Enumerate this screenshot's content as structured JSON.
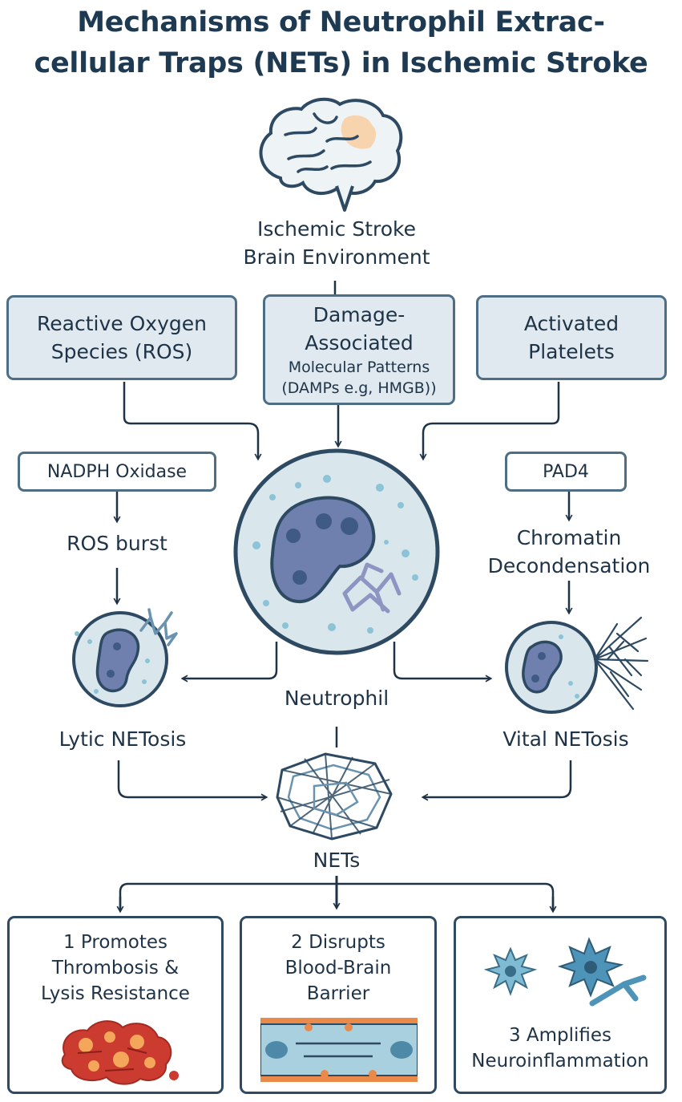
{
  "title": {
    "line1": "Mechanisms of Neutrophil Extrac-",
    "line2": "cellular Traps (NETs) in Ischemic Stroke"
  },
  "brain": {
    "label_line1": "Ischemic Stroke",
    "label_line2": "Brain Environment"
  },
  "triggers": {
    "ros": {
      "line1": "Reactive Oxygen",
      "line2": "Species (ROS)"
    },
    "damps": {
      "line1": "Damage-",
      "line2": "Associated",
      "line3": "Molecular Patterns",
      "line4": "(DAMPs e.g, HMGB))"
    },
    "platelets": {
      "line1": "Activated",
      "line2": "Platelets"
    }
  },
  "left_pathway": {
    "enzyme": "NADPH Oxidase",
    "step": "ROS burst",
    "result": "Lytic NETosis"
  },
  "right_pathway": {
    "enzyme": "PAD4",
    "step_line1": "Chromatin",
    "step_line2": "Decondensation",
    "result": "Vital NETosis"
  },
  "center": {
    "cell_label": "Neutrophil",
    "nets_label": "NETs"
  },
  "outcomes": [
    {
      "line1": "1 Promotes",
      "line2": "Thrombosis &",
      "line3": "Lysis Resistance"
    },
    {
      "line1": "2 Disrupts",
      "line2": "Blood-Brain",
      "line3": "Barrier"
    },
    {
      "line1": "3 Amplifies",
      "line2": "Neuroinflammation"
    }
  ],
  "colors": {
    "dark_navy": "#1e3a52",
    "cell_fill": "#d9e6ec",
    "nucleus": "#6f7fae",
    "clot_red": "#cc3b30",
    "vessel_blue": "#a8d0de"
  }
}
